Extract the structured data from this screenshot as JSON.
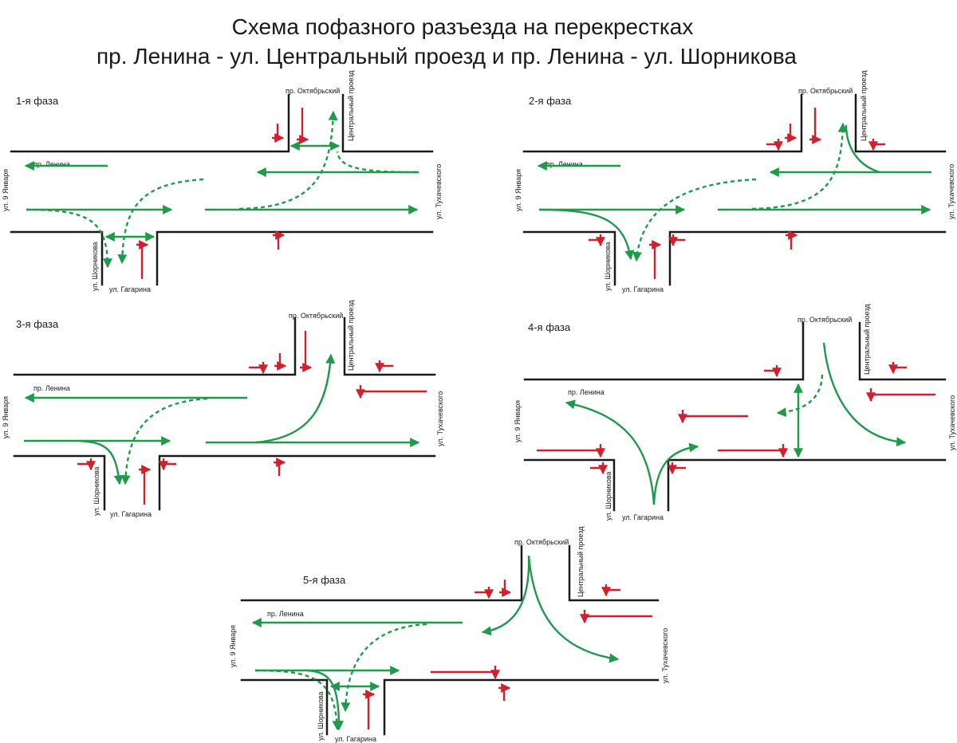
{
  "title": {
    "line1": "Схема пофазного разъезда на перекрестках",
    "line2": "пр. Ленина - ул. Центральный проезд и пр. Ленина - ул. Шорникова"
  },
  "streets": {
    "lenina": "пр. Ленина",
    "oktyabrsky": "пр. Октябрьский",
    "centralny": "Центральный проезд",
    "tukhachevsky": "ул. Тухачевского",
    "yanvarya": "ул. 9 Января",
    "shornikova": "ул. Шорникова",
    "gagarina": "ул. Гагарина"
  },
  "phases": [
    {
      "label": "1-я фаза"
    },
    {
      "label": "2-я фаза"
    },
    {
      "label": "3-я фаза"
    },
    {
      "label": "4-я фаза"
    },
    {
      "label": "5-я фаза"
    }
  ],
  "colors": {
    "vehicle_flow": "#1f9a4b",
    "pedestrian_stop": "#d21f2b",
    "road_edge": "#1a1a1a"
  }
}
